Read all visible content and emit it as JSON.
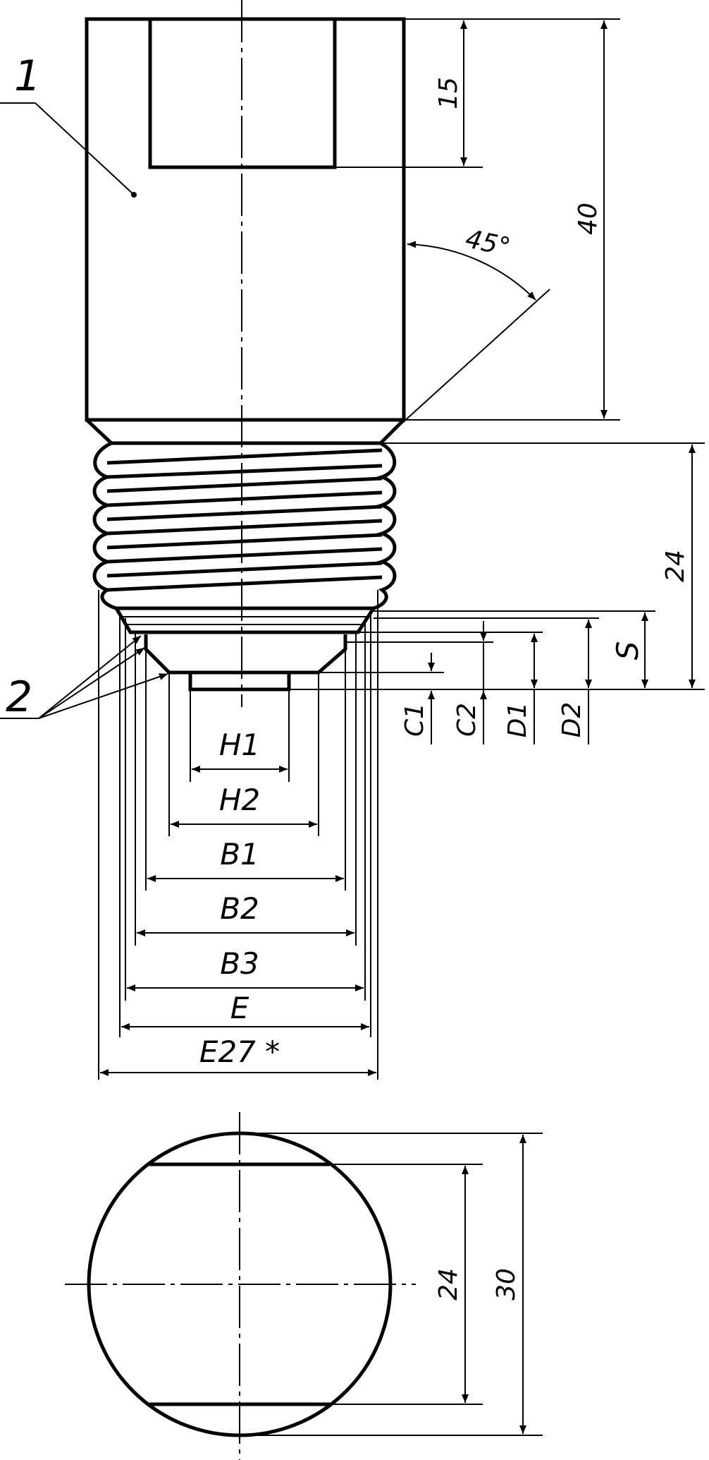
{
  "labels": {
    "part_1": "1",
    "part_2": "2",
    "dim_15": "15",
    "dim_40": "40",
    "angle_45": "45°",
    "dim_24_thread": "24",
    "dim_S": "S",
    "C1": "C1",
    "C2": "C2",
    "D1": "D1",
    "D2": "D2",
    "H1": "H1",
    "H2": "H2",
    "B1": "B1",
    "B2": "B2",
    "B3": "B3",
    "E": "E",
    "E27": "E27 *",
    "dim_24_flat": "24",
    "dim_30": "30"
  }
}
